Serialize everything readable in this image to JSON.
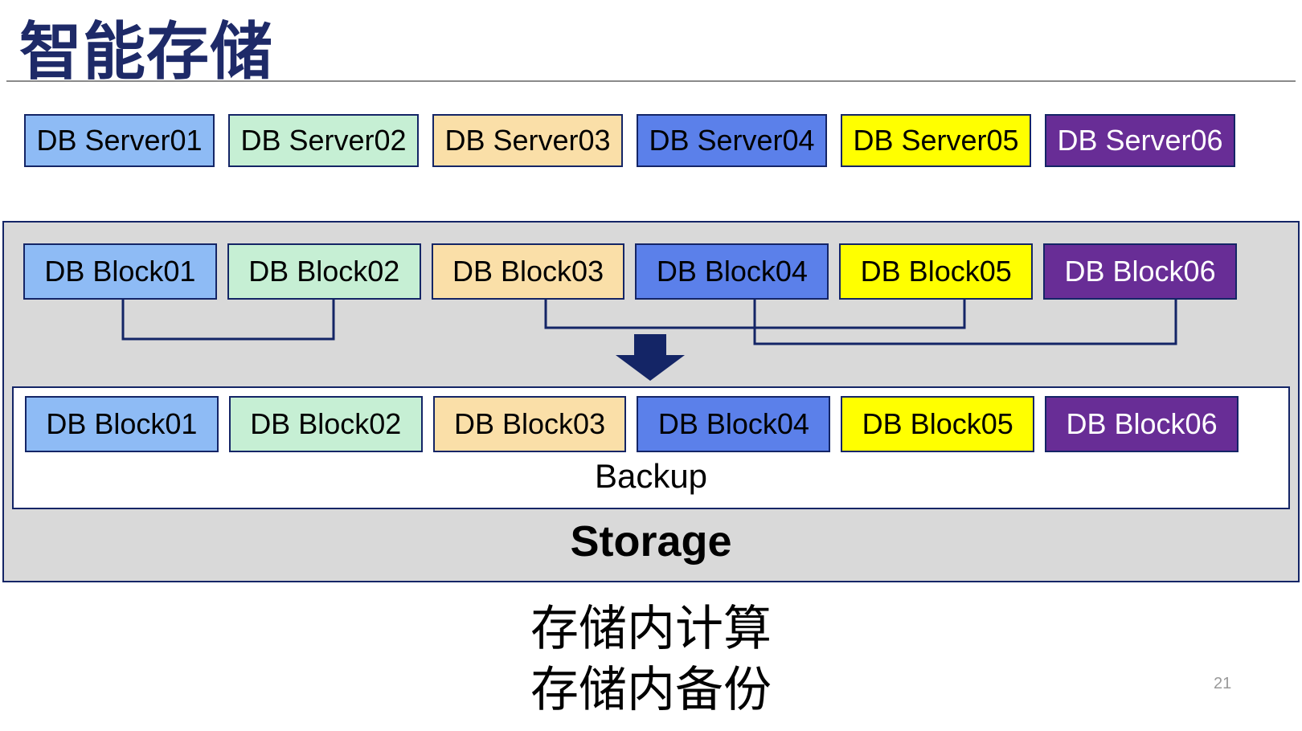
{
  "title": "智能存储",
  "caption": {
    "line1": "存储内计算",
    "line2": "存储内备份"
  },
  "page_number": "21",
  "colors": {
    "line": "#142566",
    "navy-text": "#1e2a68",
    "graybg": "#d9d9d9",
    "rule": "#8a8a8a",
    "pagenum": "#999999"
  },
  "palette": [
    {
      "name": "light-blue",
      "bg": "#8ebbf5",
      "fg": "#000000"
    },
    {
      "name": "light-green",
      "bg": "#c6efd4",
      "fg": "#000000"
    },
    {
      "name": "tan",
      "bg": "#fadfa8",
      "fg": "#000000"
    },
    {
      "name": "medium-blue",
      "bg": "#5b80ea",
      "fg": "#000000"
    },
    {
      "name": "yellow",
      "bg": "#ffff00",
      "fg": "#000000"
    },
    {
      "name": "purple",
      "bg": "#682d96",
      "fg": "#ffffff"
    }
  ],
  "servers": [
    {
      "label": "DB Server01"
    },
    {
      "label": "DB Server02"
    },
    {
      "label": "DB Server03"
    },
    {
      "label": "DB Server04"
    },
    {
      "label": "DB Server05"
    },
    {
      "label": "DB Server06"
    }
  ],
  "storage": {
    "blocks_top": [
      {
        "label": "DB Block01"
      },
      {
        "label": "DB Block02"
      },
      {
        "label": "DB Block03"
      },
      {
        "label": "DB Block04"
      },
      {
        "label": "DB Block05"
      },
      {
        "label": "DB Block06"
      }
    ],
    "blocks_bottom": [
      {
        "label": "DB Block01"
      },
      {
        "label": "DB Block02"
      },
      {
        "label": "DB Block03"
      },
      {
        "label": "DB Block04"
      },
      {
        "label": "DB Block05"
      },
      {
        "label": "DB Block06"
      }
    ],
    "backup_label": "Backup",
    "storage_label": "Storage"
  }
}
